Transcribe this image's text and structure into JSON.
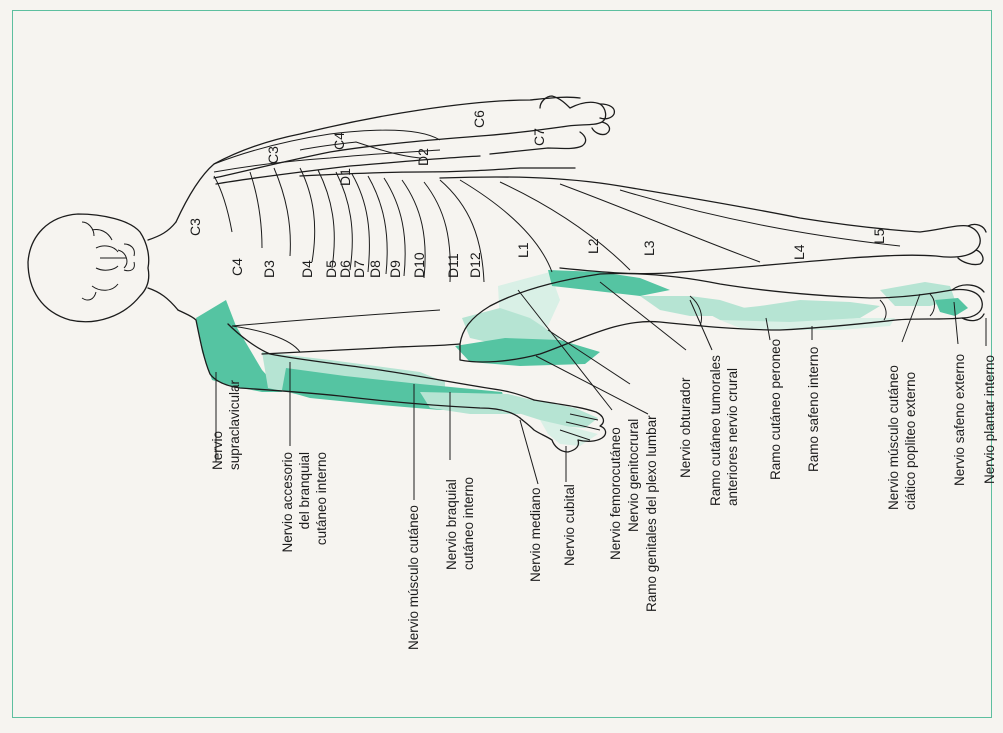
{
  "segments": [
    "C3",
    "C3",
    "C4",
    "C4",
    "C6",
    "C7",
    "D2",
    "D1",
    "D3",
    "D4",
    "D5",
    "D6",
    "D7",
    "D8",
    "D9",
    "D10",
    "D11",
    "D12",
    "L1",
    "L2",
    "L3",
    "L4",
    "L5"
  ],
  "nerves": {
    "supraclavicular": [
      "Nervio",
      "supraclavicular"
    ],
    "accesorio": [
      "Nervio accesorio",
      "del branquial",
      "cutáneo interno"
    ],
    "musculo_cutaneo": [
      "Nervio músculo cutáneo"
    ],
    "braquial": [
      "Nervio braquial",
      "cutáneo interno"
    ],
    "mediano": [
      "Nervio mediano"
    ],
    "cubital": [
      "Nervio cubital"
    ],
    "femorocutaneo": [
      "Nervio femorocutáneo"
    ],
    "genitocrural": [
      "Nervio genitocrural"
    ],
    "ramo_genitales": [
      "Ramo genitales del plexo lumbar"
    ],
    "obturador": [
      "Nervio obturador"
    ],
    "tumorales": [
      "Ramo cutáneo tumorales",
      "anteriores nervio crural"
    ],
    "peroneo": [
      "Ramo cutáneo peroneo"
    ],
    "safeno_interno": [
      "Ramo safeno interno"
    ],
    "ciatico": [
      "Nervio músculo cutáneo",
      "ciático popliteo externo"
    ],
    "safeno_externo": [
      "Nervio safeno externo"
    ],
    "plantar": [
      "Nervio plantar interno"
    ]
  },
  "colors": {
    "frame": "#5dbf9f",
    "shade": "#b6e4d3",
    "shade_dark": "#55c4a2",
    "shade_light": "#d9f0e6"
  }
}
